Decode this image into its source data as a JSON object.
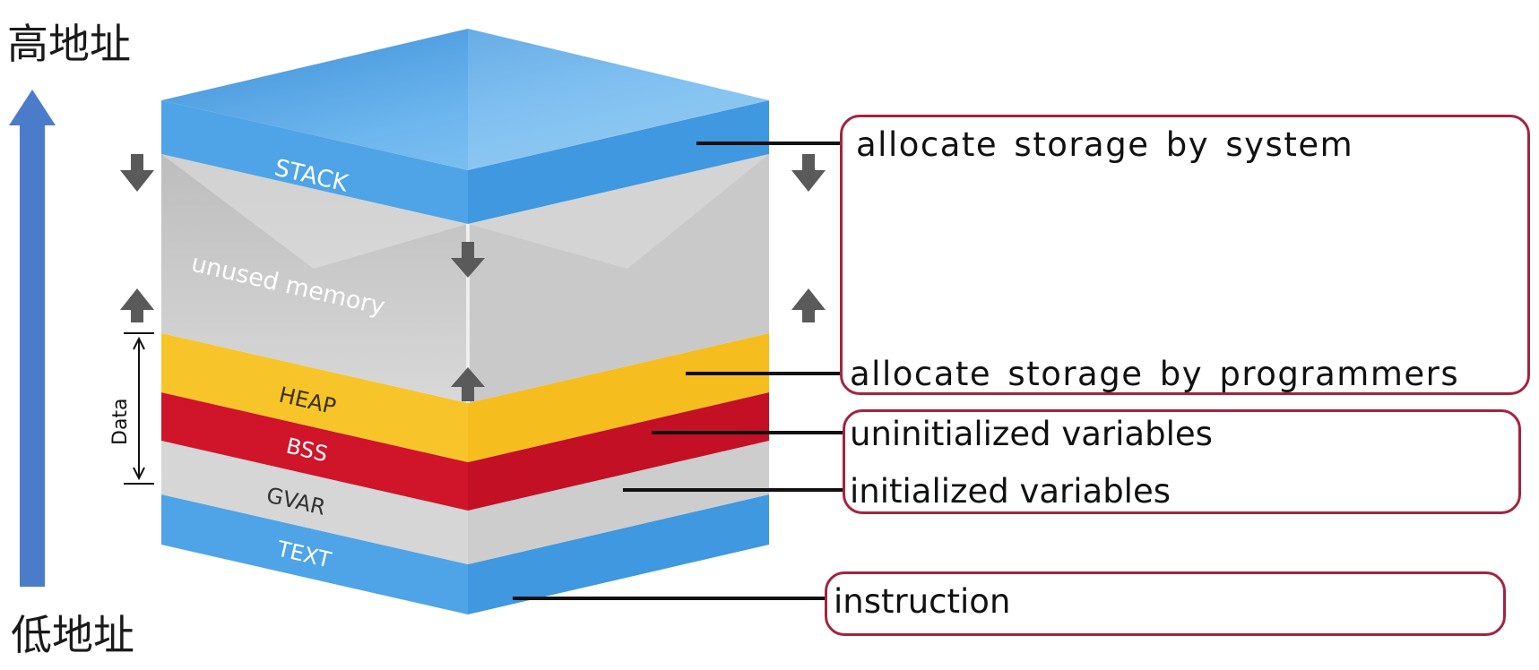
{
  "address": {
    "high": "高地址",
    "low": "低地址"
  },
  "segments": {
    "stack": "STACK",
    "unused": "unused memory",
    "heap": "HEAP",
    "bss": "BSS",
    "gvar": "GVAR",
    "text": "TEXT",
    "data_bracket": "Data"
  },
  "notes": {
    "system": "allocate storage by system",
    "programmers": "allocate storage by programmers",
    "uninitialized": "uninitialized variables",
    "initialized": "initialized variables",
    "instruction": "instruction"
  },
  "colors": {
    "stack_blue": "#4fa3e3",
    "heap_yellow": "#f7c52a",
    "bss_red": "#d0142a",
    "unused_gray": "#cfcfcf",
    "frame_red": "#a3243e",
    "arrow_blue": "#4a7cc9"
  }
}
